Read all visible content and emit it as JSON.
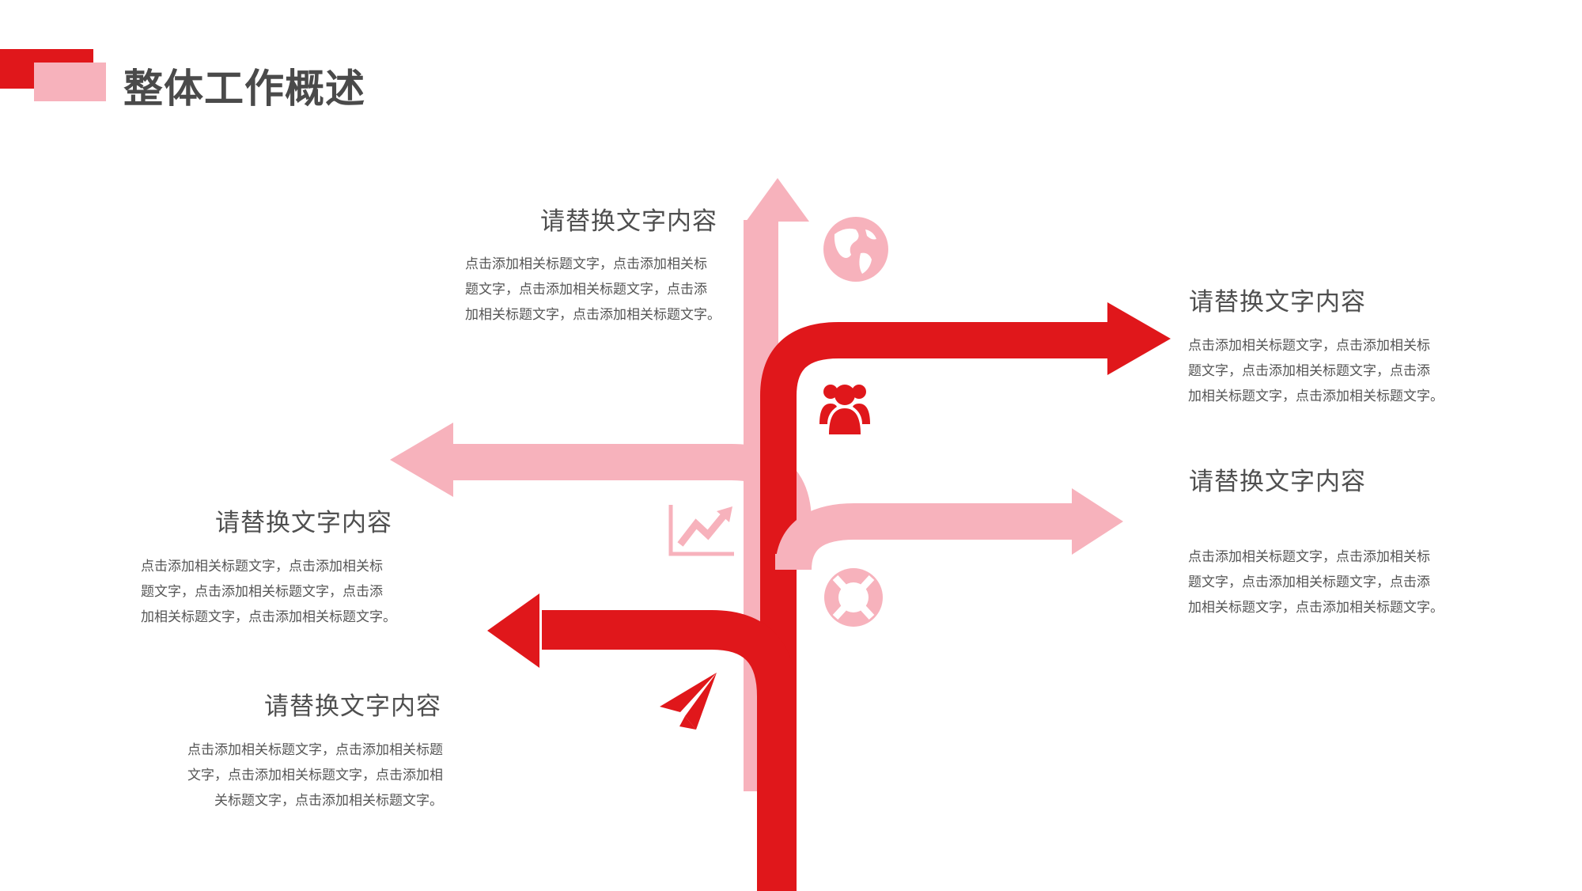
{
  "page": {
    "title": "整体工作概述"
  },
  "colors": {
    "red": "#e0171b",
    "pink": "#f7b2bc",
    "text": "#555555",
    "title": "#4a4a4a"
  },
  "blocks": [
    {
      "title": "请替换文字内容",
      "lines": [
        "点击添加相关标题文字，点击添加相关标",
        "题文字，点击添加相关标题文字，点击添",
        "加相关标题文字，点击添加相关标题文字。"
      ]
    },
    {
      "title": "请替换文字内容",
      "lines": [
        "点击添加相关标题文字，点击添加相关标",
        "题文字，点击添加相关标题文字，点击添",
        "加相关标题文字，点击添加相关标题文字。"
      ]
    },
    {
      "title": "请替换文字内容",
      "lines": [
        "点击添加相关标题文字，点击添加相关标",
        "题文字，点击添加相关标题文字，点击添",
        "加相关标题文字，点击添加相关标题文字。"
      ]
    },
    {
      "title": "请替换文字内容",
      "lines": [
        "点击添加相关标题文字，点击添加相关标",
        "题文字，点击添加相关标题文字，点击添",
        "加相关标题文字，点击添加相关标题文字。"
      ]
    },
    {
      "title": "请替换文字内容",
      "lines": [
        "点击添加相关标题文字，点击添加相关标题",
        "文字，点击添加相关标题文字，点击添加相",
        "关标题文字，点击添加相关标题文字。"
      ]
    }
  ],
  "icons": [
    "globe-icon",
    "users-icon",
    "chart-icon",
    "lifebuoy-icon",
    "paper-plane-icon"
  ]
}
